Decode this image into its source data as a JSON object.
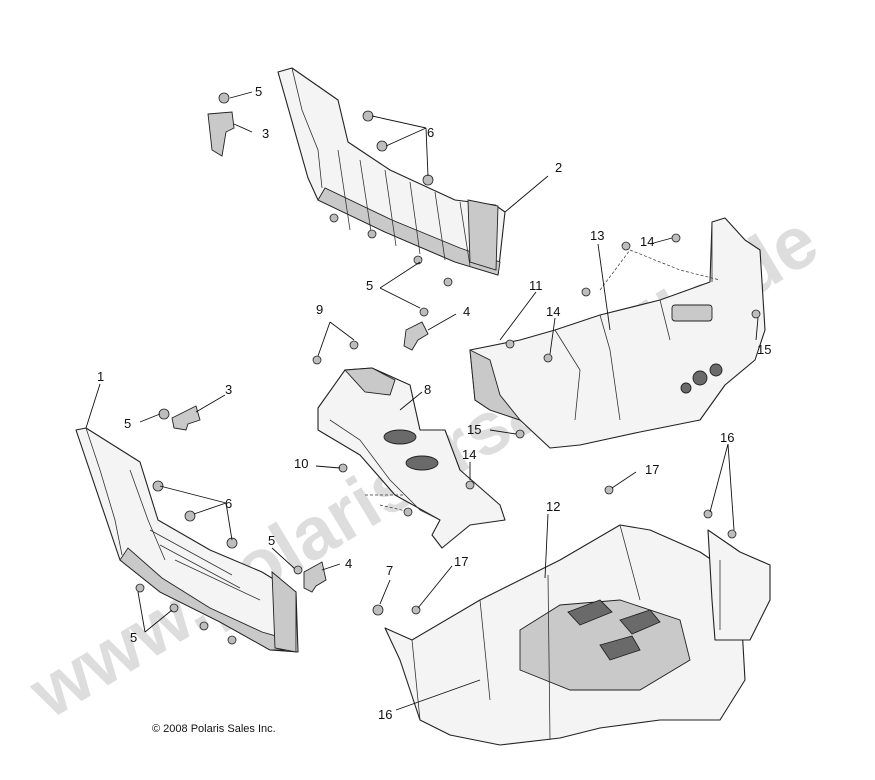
{
  "watermark": "www.polarisersatzteile.de",
  "copyright": "© 2008 Polaris Sales Inc.",
  "callouts": {
    "c1": "1",
    "c2": "2",
    "c3a": "3",
    "c3b": "3",
    "c4a": "4",
    "c4b": "4",
    "c5a": "5",
    "c5b": "5",
    "c5c": "5",
    "c5d": "5",
    "c5e": "5",
    "c6a": "6",
    "c6b": "6",
    "c7": "7",
    "c8": "8",
    "c9": "9",
    "c10": "10",
    "c11": "11",
    "c12": "12",
    "c13": "13",
    "c14a": "14",
    "c14b": "14",
    "c14c": "14",
    "c15a": "15",
    "c15b": "15",
    "c16a": "16",
    "c16b": "16",
    "c17a": "17",
    "c17b": "17"
  }
}
